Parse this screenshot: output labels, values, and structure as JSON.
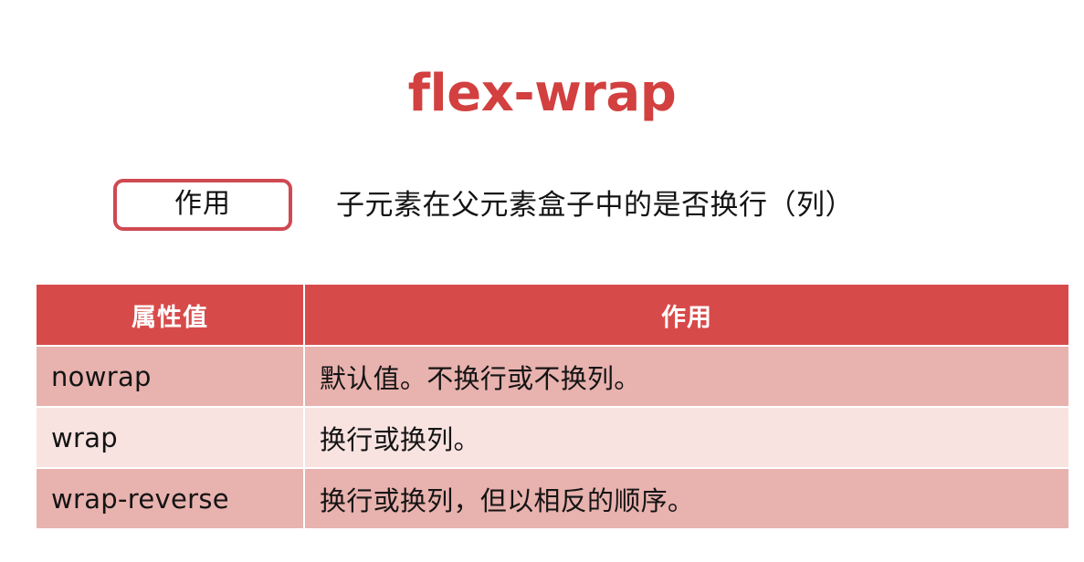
{
  "slide": {
    "title": "flex-wrap",
    "title_color": "#D2403F"
  },
  "subtitle": {
    "badge_label": "作用",
    "badge_border_color": "#CF4A52",
    "description": "子元素在父元素盒子中的是否换行（列）"
  },
  "table": {
    "header_bg": "#D74A4A",
    "row_dark_bg": "#E8B2AE",
    "row_light_bg": "#F8E3E1",
    "columns": [
      "属性值",
      "作用"
    ],
    "rows": [
      {
        "value": "nowrap",
        "desc": "默认值。不换行或不换列。"
      },
      {
        "value": "wrap",
        "desc": "换行或换列。"
      },
      {
        "value": "wrap-reverse",
        "desc": "换行或换列，但以相反的顺序。"
      }
    ]
  }
}
